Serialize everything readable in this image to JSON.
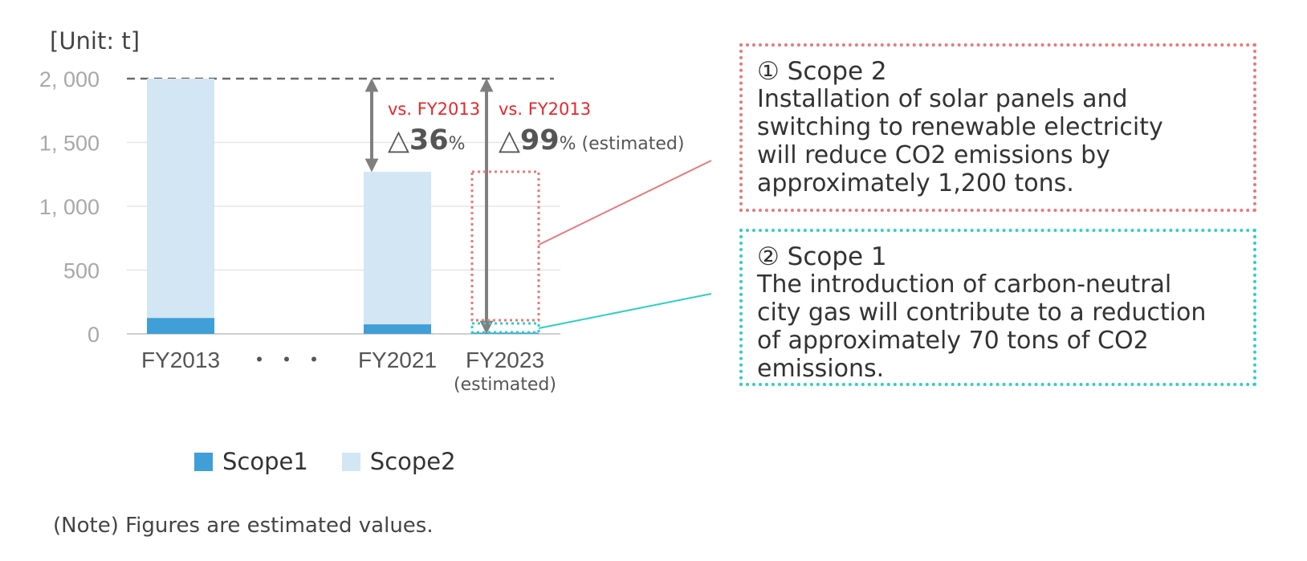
{
  "chart_data": {
    "type": "bar",
    "stacked": true,
    "unit_label": "[Unit: t]",
    "categories": [
      "FY2013",
      "FY2021",
      "FY2023"
    ],
    "category_sublabels": [
      "",
      "",
      "(estimated)"
    ],
    "gap_label": "・・・",
    "series": [
      {
        "name": "Scope1",
        "color": "#3f9fd6",
        "values": [
          125,
          75,
          10
        ]
      },
      {
        "name": "Scope2",
        "color": "#d2e6f3",
        "values": [
          1875,
          1195,
          0
        ]
      }
    ],
    "ylim": [
      0,
      2000
    ],
    "yticks": [
      0,
      500,
      1000,
      1500,
      2000
    ],
    "ytick_labels": [
      "0",
      "500",
      "1, 000",
      "1, 500",
      "2, 000"
    ],
    "grid": true,
    "reference_line": 2000,
    "annotations": [
      {
        "vs_label": "vs. FY2013",
        "value": "△36",
        "suffix": "%"
      },
      {
        "vs_label": "vs. FY2013",
        "value": "△99",
        "suffix": "% (estimated)"
      }
    ],
    "legend_position": "bottom"
  },
  "notes": [
    {
      "title": "① Scope 2",
      "lines": [
        "Installation of solar panels and",
        "switching to renewable electricity",
        "will reduce CO2 emissions by",
        "approximately 1,200 tons."
      ],
      "color": "#e8787a"
    },
    {
      "title": "② Scope 1",
      "lines": [
        "The introduction of carbon-neutral",
        "city gas will contribute to a reduction",
        "of approximately 70 tons of CO2",
        "emissions."
      ],
      "color": "#2ecfc6"
    }
  ],
  "legend": [
    "Scope1",
    "Scope2"
  ],
  "footnote": "(Note) Figures are estimated values."
}
